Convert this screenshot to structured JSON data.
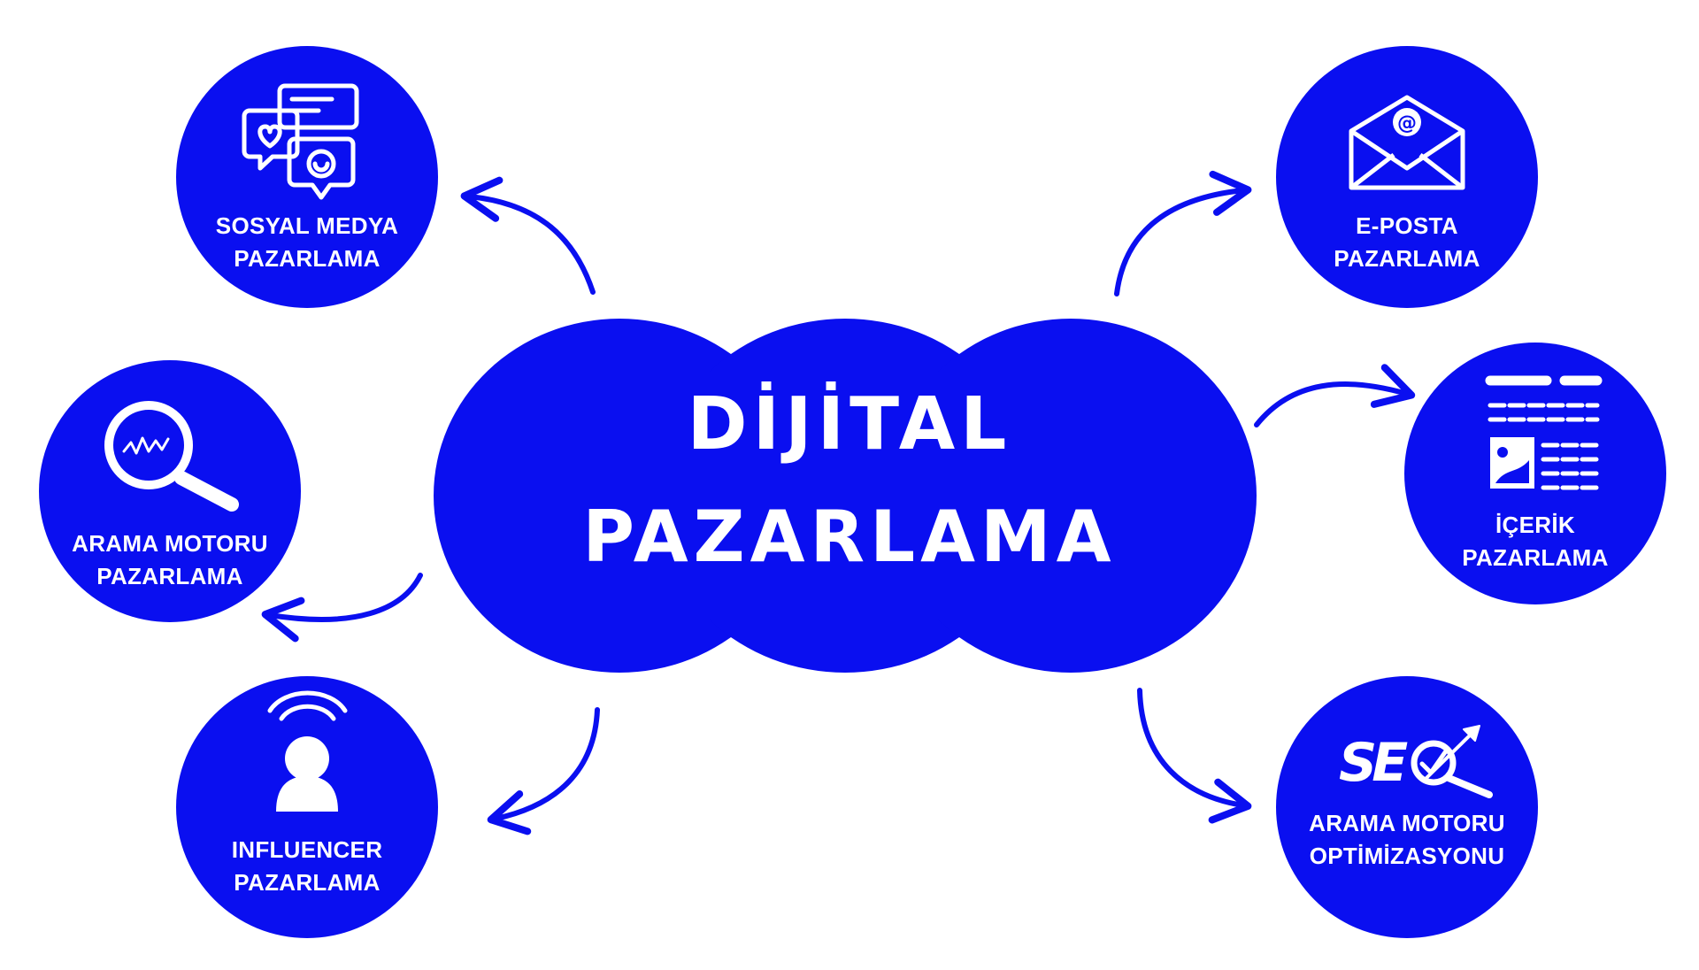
{
  "colors": {
    "accent": "#0a0ff0",
    "background": "#ffffff",
    "text": "#ffffff"
  },
  "center": {
    "line1": "DİJİTAL",
    "line2": "PAZARLAMA"
  },
  "nodes": {
    "social": {
      "line1": "SOSYAL MEDYA",
      "line2": "PAZARLAMA",
      "icon": "chat-bubbles-icon"
    },
    "search": {
      "line1": "ARAMA MOTORU",
      "line2": "PAZARLAMA",
      "icon": "magnifier-chart-icon"
    },
    "influencer": {
      "line1": "INFLUENCER",
      "line2": "PAZARLAMA",
      "icon": "broadcasting-person-icon"
    },
    "email": {
      "line1": "E-POSTA",
      "line2": "PAZARLAMA",
      "icon": "envelope-at-icon"
    },
    "content": {
      "line1": "İÇERİK",
      "line2": "PAZARLAMA",
      "icon": "article-layout-icon"
    },
    "seo": {
      "line1": "ARAMA MOTORU",
      "line2": "OPTİMİZASYONU",
      "icon": "seo-magnifier-icon",
      "logo_text": "SE"
    }
  }
}
